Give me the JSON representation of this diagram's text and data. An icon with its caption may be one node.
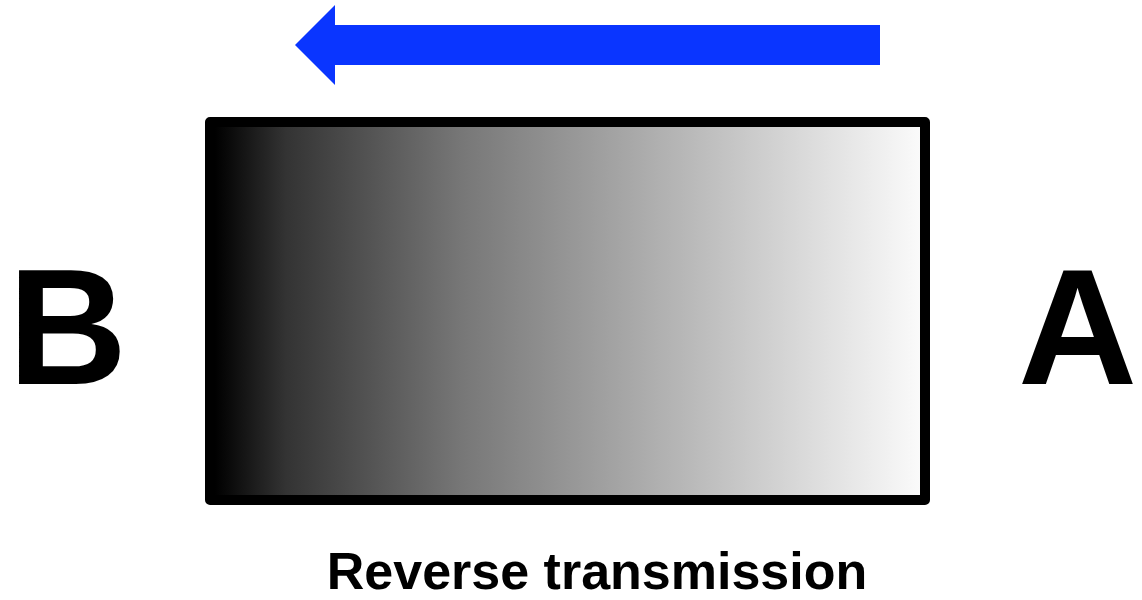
{
  "diagram": {
    "caption": "Reverse transmission",
    "nodes": [
      {
        "text": [],
        "shape": "box"
      }
    ],
    "labels": [
      "B",
      "A"
    ]
  }
}
